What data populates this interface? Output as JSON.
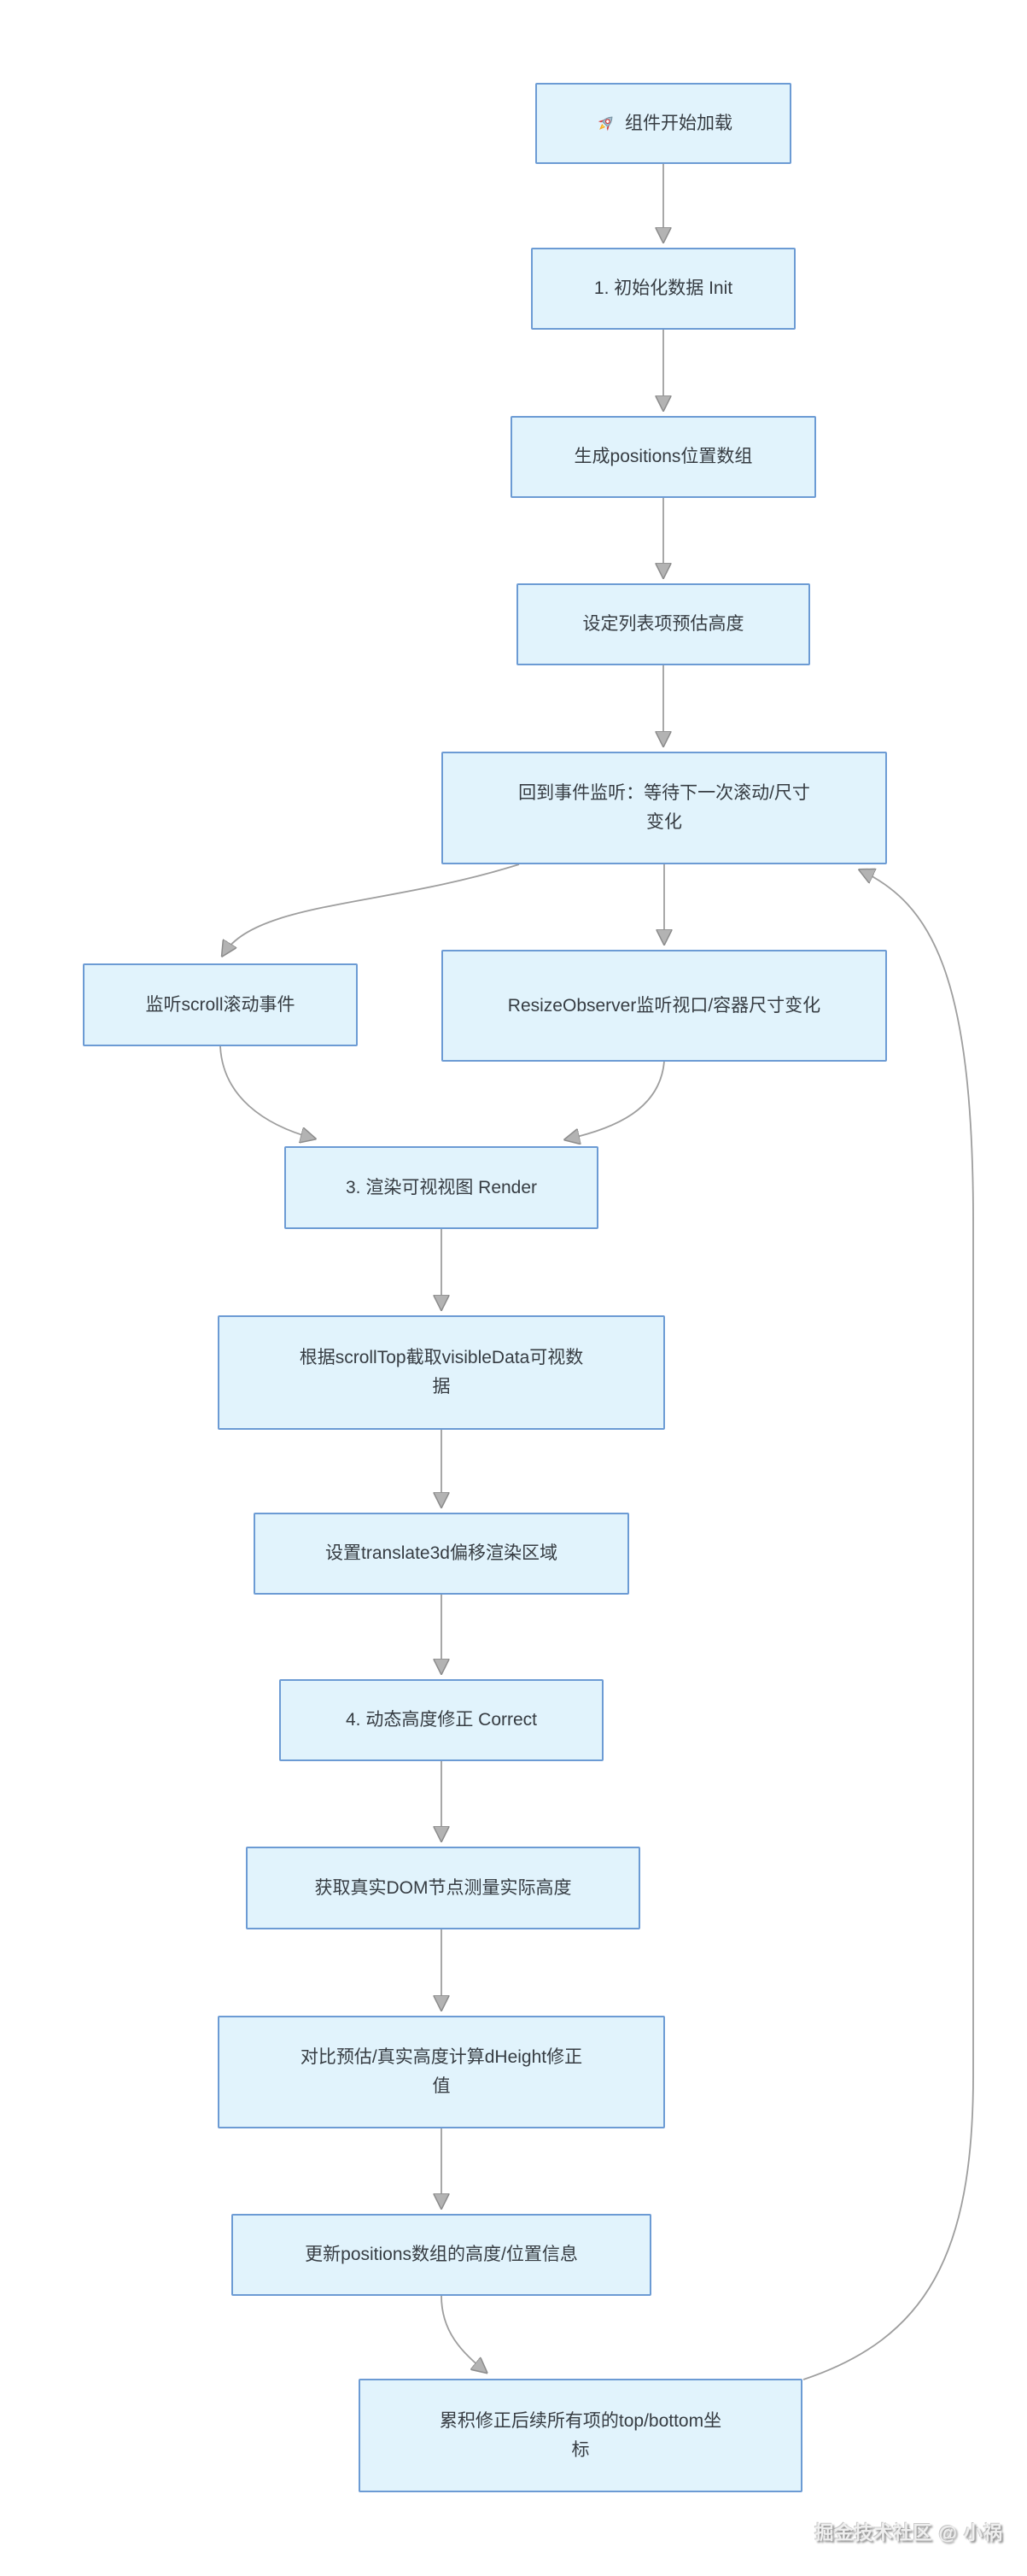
{
  "diagram": {
    "type": "flowchart",
    "direction": "top-down",
    "colors": {
      "node_fill": "#e1f3fc",
      "node_border": "#6c9bd4",
      "edge": "#9e9e9e",
      "text": "#363c42",
      "background": "#ffffff"
    },
    "nodes": [
      {
        "id": "start",
        "icon": "rocket-icon",
        "label": "组件开始加载"
      },
      {
        "id": "init",
        "label": "1. 初始化数据 Init"
      },
      {
        "id": "gen-positions",
        "label": "生成positions位置数组"
      },
      {
        "id": "estimate-height",
        "label": "设定列表项预估高度"
      },
      {
        "id": "wait-events",
        "label": "回到事件监听：等待下一次滚动/尺寸变化"
      },
      {
        "id": "scroll-listener",
        "label": "监听scroll滚动事件"
      },
      {
        "id": "resize-observer",
        "label": "ResizeObserver监听视口/容器尺寸变化"
      },
      {
        "id": "render",
        "label": "3. 渲染可视视图 Render"
      },
      {
        "id": "visible-data",
        "label": "根据scrollTop截取visibleData可视数据"
      },
      {
        "id": "translate3d",
        "label": "设置translate3d偏移渲染区域"
      },
      {
        "id": "correct",
        "label": "4. 动态高度修正 Correct"
      },
      {
        "id": "measure-dom",
        "label": "获取真实DOM节点测量实际高度"
      },
      {
        "id": "calc-dheight",
        "label": "对比预估/真实高度计算dHeight修正值"
      },
      {
        "id": "update-positions",
        "label": "更新positions数组的高度/位置信息"
      },
      {
        "id": "accumulate",
        "label": "累积修正后续所有项的top/bottom坐标"
      }
    ],
    "edges": [
      {
        "from": "start",
        "to": "init"
      },
      {
        "from": "init",
        "to": "gen-positions"
      },
      {
        "from": "gen-positions",
        "to": "estimate-height"
      },
      {
        "from": "estimate-height",
        "to": "wait-events"
      },
      {
        "from": "wait-events",
        "to": "scroll-listener"
      },
      {
        "from": "wait-events",
        "to": "resize-observer"
      },
      {
        "from": "scroll-listener",
        "to": "render"
      },
      {
        "from": "resize-observer",
        "to": "render"
      },
      {
        "from": "render",
        "to": "visible-data"
      },
      {
        "from": "visible-data",
        "to": "translate3d"
      },
      {
        "from": "translate3d",
        "to": "correct"
      },
      {
        "from": "correct",
        "to": "measure-dom"
      },
      {
        "from": "measure-dom",
        "to": "calc-dheight"
      },
      {
        "from": "calc-dheight",
        "to": "update-positions"
      },
      {
        "from": "update-positions",
        "to": "accumulate"
      },
      {
        "from": "accumulate",
        "to": "wait-events"
      }
    ],
    "watermark": "掘金技术社区 @ 小祸"
  }
}
